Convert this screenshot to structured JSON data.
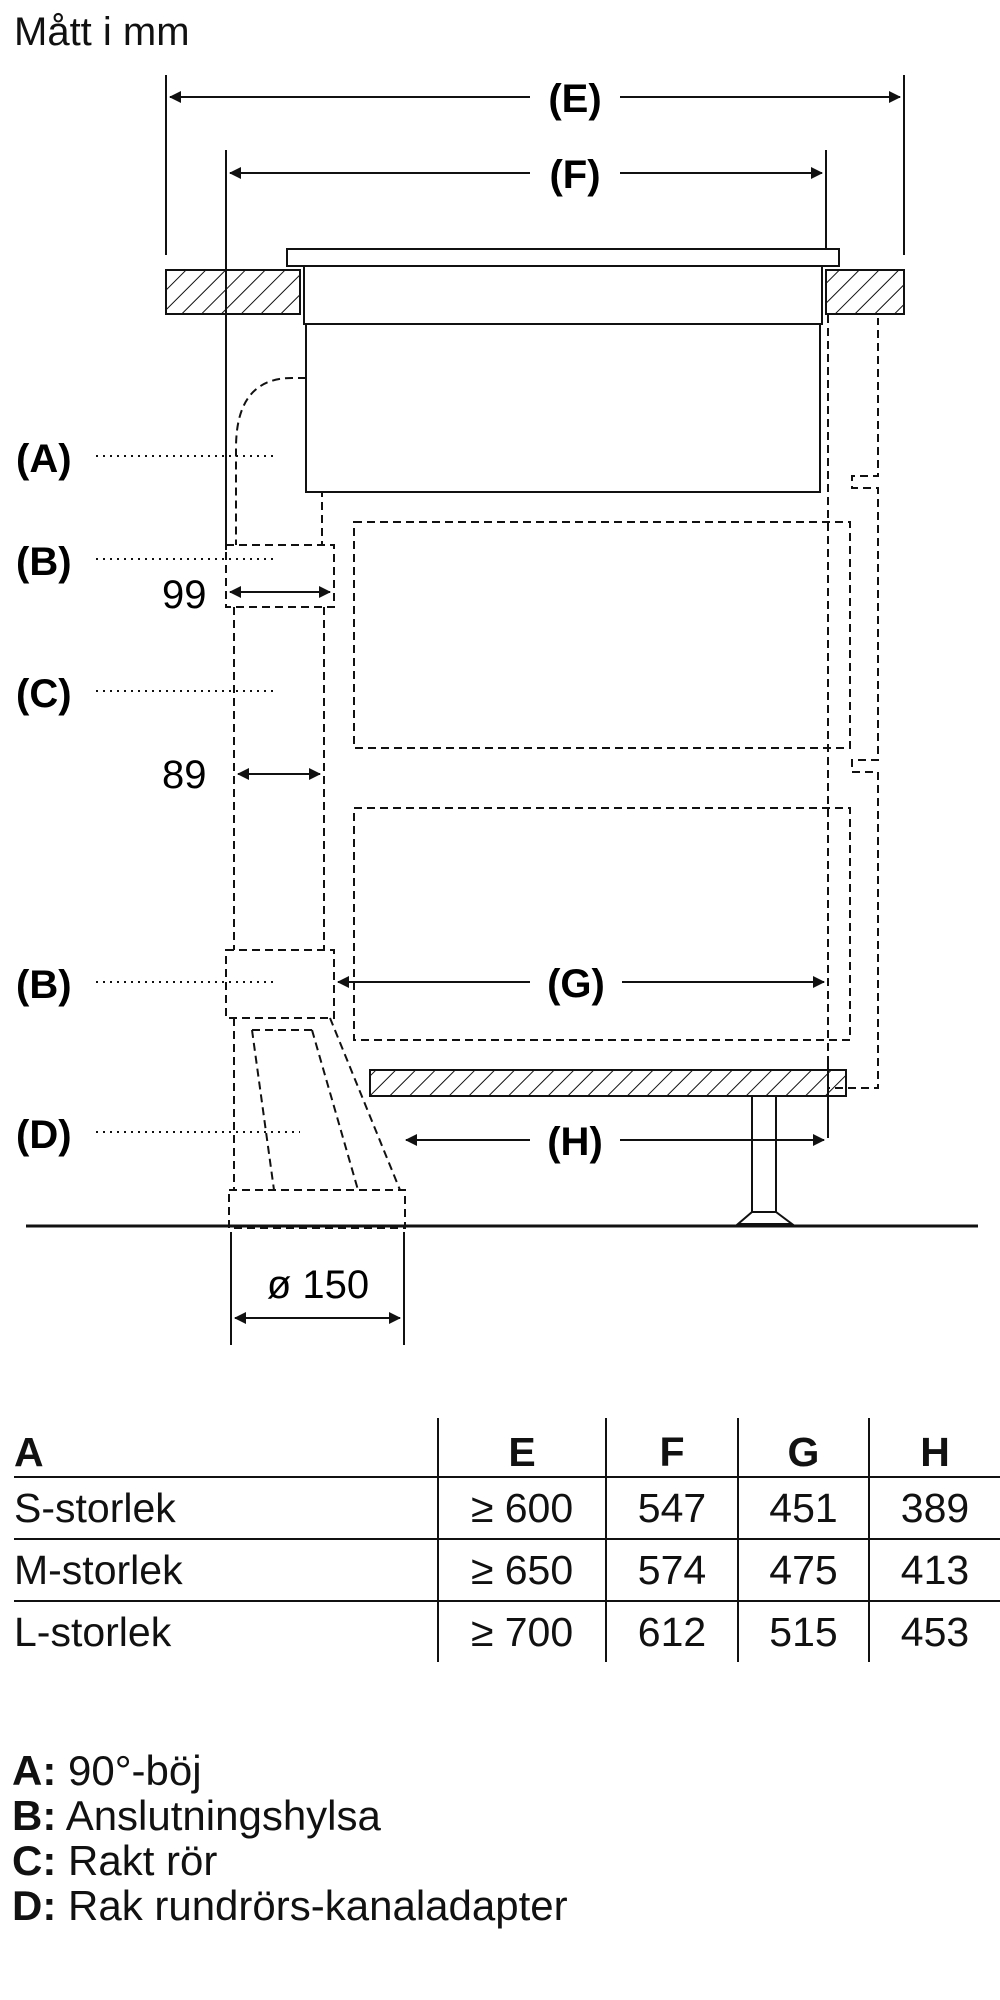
{
  "title": "Mått i mm",
  "labels": {
    "E": "(E)",
    "F": "(F)",
    "G": "(G)",
    "H": "(H)",
    "A": "(A)",
    "B": "(B)",
    "C": "(C)",
    "D": "(D)",
    "d99": "99",
    "d89": "89",
    "d150": "ø 150"
  },
  "table": {
    "header": [
      "A",
      "E",
      "F",
      "G",
      "H"
    ],
    "rows": [
      [
        "S-storlek",
        "≥ 600",
        "547",
        "451",
        "389"
      ],
      [
        "M-storlek",
        "≥ 650",
        "574",
        "475",
        "413"
      ],
      [
        "L-storlek",
        "≥ 700",
        "612",
        "515",
        "453"
      ]
    ]
  },
  "legend": [
    {
      "key": "A:",
      "text": "90°-böj"
    },
    {
      "key": "B:",
      "text": "Anslutningshylsa"
    },
    {
      "key": "C:",
      "text": "Rakt rör"
    },
    {
      "key": "D:",
      "text": "Rak rundrörs-kanaladapter"
    }
  ]
}
